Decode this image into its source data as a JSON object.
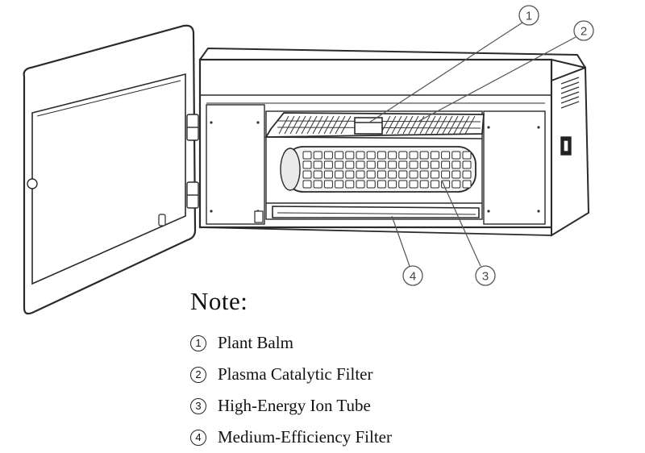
{
  "callouts": [
    {
      "num": "1",
      "label": "Plant Balm"
    },
    {
      "num": "2",
      "label": "Plasma Catalytic Filter"
    },
    {
      "num": "3",
      "label": "High-Energy Ion Tube"
    },
    {
      "num": "4",
      "label": "Medium-Efficiency Filter"
    }
  ],
  "note": {
    "title": "Note:"
  }
}
